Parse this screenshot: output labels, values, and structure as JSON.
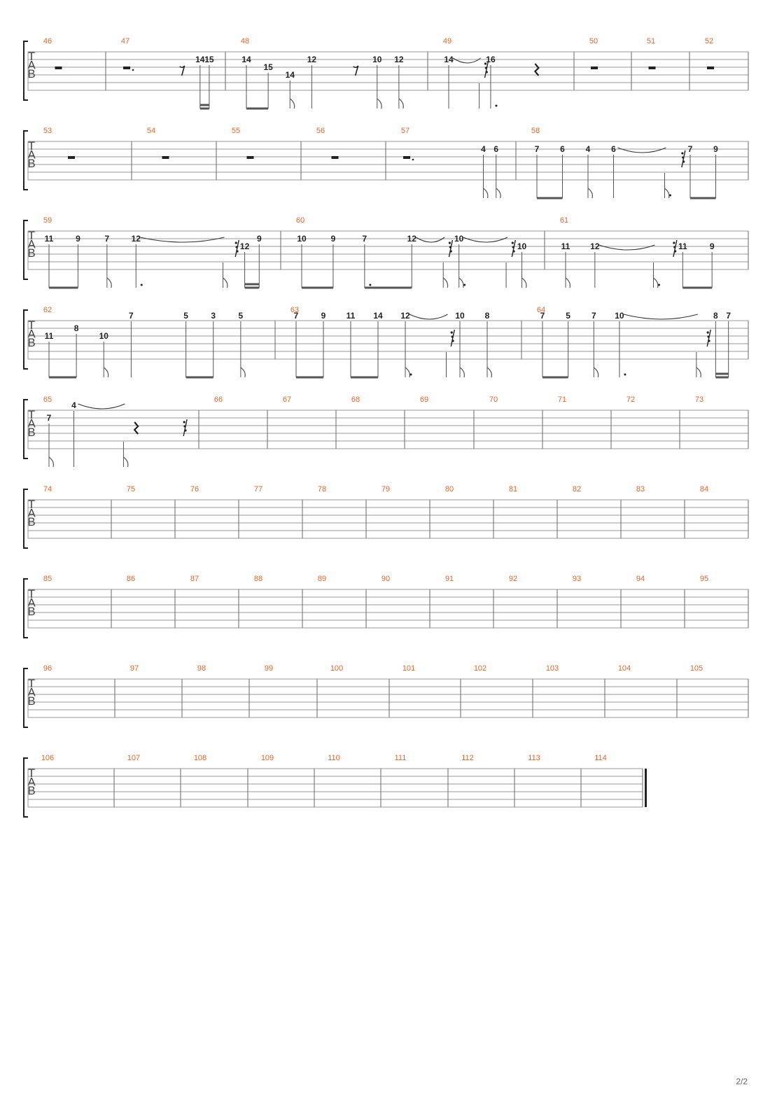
{
  "page_number": "2/2",
  "clef_letters": [
    "T",
    "A",
    "B"
  ],
  "systems": [
    {
      "measures": [
        {
          "num": "46",
          "events": [
            {
              "rest": "half"
            }
          ]
        },
        {
          "num": "47",
          "events": [
            {
              "rest": "dotted-quarter"
            },
            {
              "rest": "eighth"
            },
            {
              "fret": "14",
              "str": 1,
              "dur": "16"
            },
            {
              "fret": "15",
              "str": 1,
              "dur": "16"
            }
          ]
        },
        {
          "num": "48",
          "events": [
            {
              "fret": "14",
              "str": 1,
              "dur": "8"
            },
            {
              "fret": "15",
              "str": 2,
              "dur": "8"
            },
            {
              "fret": "14",
              "str": 3,
              "dur": "8"
            },
            {
              "fret": "12",
              "str": 1,
              "dur": "4"
            },
            {
              "rest": "eighth"
            },
            {
              "fret": "10",
              "str": 1,
              "dur": "8"
            },
            {
              "fret": "12",
              "str": 1,
              "dur": "8"
            }
          ]
        },
        {
          "num": "49",
          "events": [
            {
              "fret": "14",
              "str": 1,
              "dur": "4",
              "tie": true
            },
            {
              "fret": "",
              "str": 1,
              "dur": "16"
            },
            {
              "rest": "thirtysecond"
            },
            {
              "fret": "16",
              "str": 1,
              "dur": "4."
            },
            {
              "rest": "quarter"
            }
          ]
        },
        {
          "num": "50",
          "events": [
            {
              "rest": "half"
            }
          ]
        },
        {
          "num": "51",
          "events": [
            {
              "rest": "half"
            }
          ]
        },
        {
          "num": "52",
          "events": [
            {
              "rest": "half"
            }
          ]
        }
      ]
    },
    {
      "measures": [
        {
          "num": "53",
          "events": [
            {
              "rest": "half"
            }
          ]
        },
        {
          "num": "54",
          "events": [
            {
              "rest": "half"
            }
          ]
        },
        {
          "num": "55",
          "events": [
            {
              "rest": "half"
            }
          ]
        },
        {
          "num": "56",
          "events": [
            {
              "rest": "half"
            }
          ]
        },
        {
          "num": "57",
          "events": [
            {
              "rest": "dotted-half"
            },
            {
              "fret": "4",
              "str": 1,
              "dur": "8"
            },
            {
              "fret": "6",
              "str": 1,
              "dur": "8"
            }
          ]
        },
        {
          "num": "58",
          "events": [
            {
              "fret": "7",
              "str": 1,
              "dur": "8"
            },
            {
              "fret": "6",
              "str": 1,
              "dur": "8"
            },
            {
              "fret": "4",
              "str": 1,
              "dur": "8"
            },
            {
              "fret": "6",
              "str": 1,
              "dur": "4",
              "tie": true
            },
            {
              "fret": "",
              "str": 1,
              "dur": "16."
            },
            {
              "rest": "thirtysecond"
            },
            {
              "fret": "7",
              "str": 1,
              "dur": "8"
            },
            {
              "fret": "9",
              "str": 1,
              "dur": "8"
            }
          ]
        }
      ]
    },
    {
      "measures": [
        {
          "num": "59",
          "events": [
            {
              "fret": "11",
              "str": 1,
              "dur": "8"
            },
            {
              "fret": "9",
              "str": 1,
              "dur": "8"
            },
            {
              "fret": "7",
              "str": 1,
              "dur": "8"
            },
            {
              "fret": "12",
              "str": 1,
              "dur": "4.",
              "tie": true
            },
            {
              "fret": "",
              "str": 1,
              "dur": "16"
            },
            {
              "rest": "thirtysecond"
            },
            {
              "fret": "12",
              "str": 2,
              "dur": "16"
            },
            {
              "fret": "9",
              "str": 1,
              "dur": "16"
            }
          ]
        },
        {
          "num": "60",
          "events": [
            {
              "fret": "10",
              "str": 1,
              "dur": "8"
            },
            {
              "fret": "9",
              "str": 1,
              "dur": "8"
            },
            {
              "fret": "7",
              "str": 1,
              "dur": "8."
            },
            {
              "fret": "12",
              "str": 1,
              "dur": "8",
              "tie": true
            },
            {
              "fret": "",
              "str": 1,
              "dur": "32"
            },
            {
              "rest": "thirtysecond"
            },
            {
              "fret": "10",
              "str": 1,
              "dur": "8.",
              "tie": true
            },
            {
              "fret": "",
              "str": 1,
              "dur": "32"
            },
            {
              "rest": "thirtysecond"
            },
            {
              "fret": "10",
              "str": 2,
              "dur": "16"
            }
          ]
        },
        {
          "num": "61",
          "events": [
            {
              "fret": "11",
              "str": 2,
              "dur": "8"
            },
            {
              "fret": "12",
              "str": 2,
              "dur": "4",
              "tie": true
            },
            {
              "fret": "",
              "str": 2,
              "dur": "16."
            },
            {
              "rest": "thirtysecond"
            },
            {
              "fret": "11",
              "str": 2,
              "dur": "8"
            },
            {
              "fret": "9",
              "str": 2,
              "dur": "8"
            }
          ]
        }
      ]
    },
    {
      "measures": [
        {
          "num": "62",
          "events": [
            {
              "fret": "11",
              "str": 2,
              "dur": "8"
            },
            {
              "fret": "8",
              "str": 1,
              "dur": "8"
            },
            {
              "fret": "10",
              "str": 2,
              "dur": "8"
            },
            {
              "fret": "7",
              "str": 0,
              "dur": "4"
            },
            {
              "fret": "5",
              "str": 0,
              "dur": "8"
            },
            {
              "fret": "3",
              "str": 0,
              "dur": "8"
            },
            {
              "fret": "5",
              "str": 0,
              "dur": "8"
            }
          ]
        },
        {
          "num": "63",
          "events": [
            {
              "fret": "7",
              "str": 0,
              "dur": "8"
            },
            {
              "fret": "9",
              "str": 0,
              "dur": "8"
            },
            {
              "fret": "11",
              "str": 0,
              "dur": "8"
            },
            {
              "fret": "14",
              "str": 0,
              "dur": "8"
            },
            {
              "fret": "12",
              "str": 0,
              "dur": "8.",
              "tie": true
            },
            {
              "fret": "",
              "str": 0,
              "dur": "32"
            },
            {
              "rest": "thirtysecond"
            },
            {
              "fret": "10",
              "str": 0,
              "dur": "8"
            },
            {
              "fret": "8",
              "str": 0,
              "dur": "8"
            }
          ]
        },
        {
          "num": "64",
          "events": [
            {
              "fret": "7",
              "str": 0,
              "dur": "8"
            },
            {
              "fret": "5",
              "str": 0,
              "dur": "8"
            },
            {
              "fret": "7",
              "str": 0,
              "dur": "8"
            },
            {
              "fret": "10",
              "str": 0,
              "dur": "4.",
              "tie": true
            },
            {
              "fret": "",
              "str": 0,
              "dur": "16"
            },
            {
              "rest": "thirtysecond"
            },
            {
              "fret": "8",
              "str": 0,
              "dur": "16"
            },
            {
              "fret": "7",
              "str": 0,
              "dur": "16"
            }
          ]
        }
      ]
    },
    {
      "measures": [
        {
          "num": "65",
          "events": [
            {
              "fret": "7",
              "str": 1,
              "dur": "8"
            },
            {
              "fret": "4",
              "str": 0,
              "dur": "4",
              "tie": true
            },
            {
              "fret": "",
              "str": 0,
              "dur": "16"
            },
            {
              "rest": "quarter"
            },
            {
              "rest": "thirtysecond"
            }
          ]
        },
        {
          "num": "66",
          "events": []
        },
        {
          "num": "67",
          "events": []
        },
        {
          "num": "68",
          "events": []
        },
        {
          "num": "69",
          "events": []
        },
        {
          "num": "70",
          "events": []
        },
        {
          "num": "71",
          "events": []
        },
        {
          "num": "72",
          "events": []
        },
        {
          "num": "73",
          "events": []
        }
      ]
    },
    {
      "measures": [
        {
          "num": "74",
          "events": []
        },
        {
          "num": "75",
          "events": []
        },
        {
          "num": "76",
          "events": []
        },
        {
          "num": "77",
          "events": []
        },
        {
          "num": "78",
          "events": []
        },
        {
          "num": "79",
          "events": []
        },
        {
          "num": "80",
          "events": []
        },
        {
          "num": "81",
          "events": []
        },
        {
          "num": "82",
          "events": []
        },
        {
          "num": "83",
          "events": []
        },
        {
          "num": "84",
          "events": []
        }
      ]
    },
    {
      "measures": [
        {
          "num": "85",
          "events": []
        },
        {
          "num": "86",
          "events": []
        },
        {
          "num": "87",
          "events": []
        },
        {
          "num": "88",
          "events": []
        },
        {
          "num": "89",
          "events": []
        },
        {
          "num": "90",
          "events": []
        },
        {
          "num": "91",
          "events": []
        },
        {
          "num": "92",
          "events": []
        },
        {
          "num": "93",
          "events": []
        },
        {
          "num": "94",
          "events": []
        },
        {
          "num": "95",
          "events": []
        }
      ]
    },
    {
      "measures": [
        {
          "num": "96",
          "events": []
        },
        {
          "num": "97",
          "events": []
        },
        {
          "num": "98",
          "events": []
        },
        {
          "num": "99",
          "events": []
        },
        {
          "num": "100",
          "events": []
        },
        {
          "num": "101",
          "events": []
        },
        {
          "num": "102",
          "events": []
        },
        {
          "num": "103",
          "events": []
        },
        {
          "num": "104",
          "events": []
        },
        {
          "num": "105",
          "events": []
        }
      ]
    },
    {
      "final": true,
      "measures": [
        {
          "num": "106",
          "events": []
        },
        {
          "num": "107",
          "events": []
        },
        {
          "num": "108",
          "events": []
        },
        {
          "num": "109",
          "events": []
        },
        {
          "num": "110",
          "events": []
        },
        {
          "num": "111",
          "events": []
        },
        {
          "num": "112",
          "events": []
        },
        {
          "num": "113",
          "events": []
        },
        {
          "num": "114",
          "events": []
        }
      ]
    }
  ]
}
